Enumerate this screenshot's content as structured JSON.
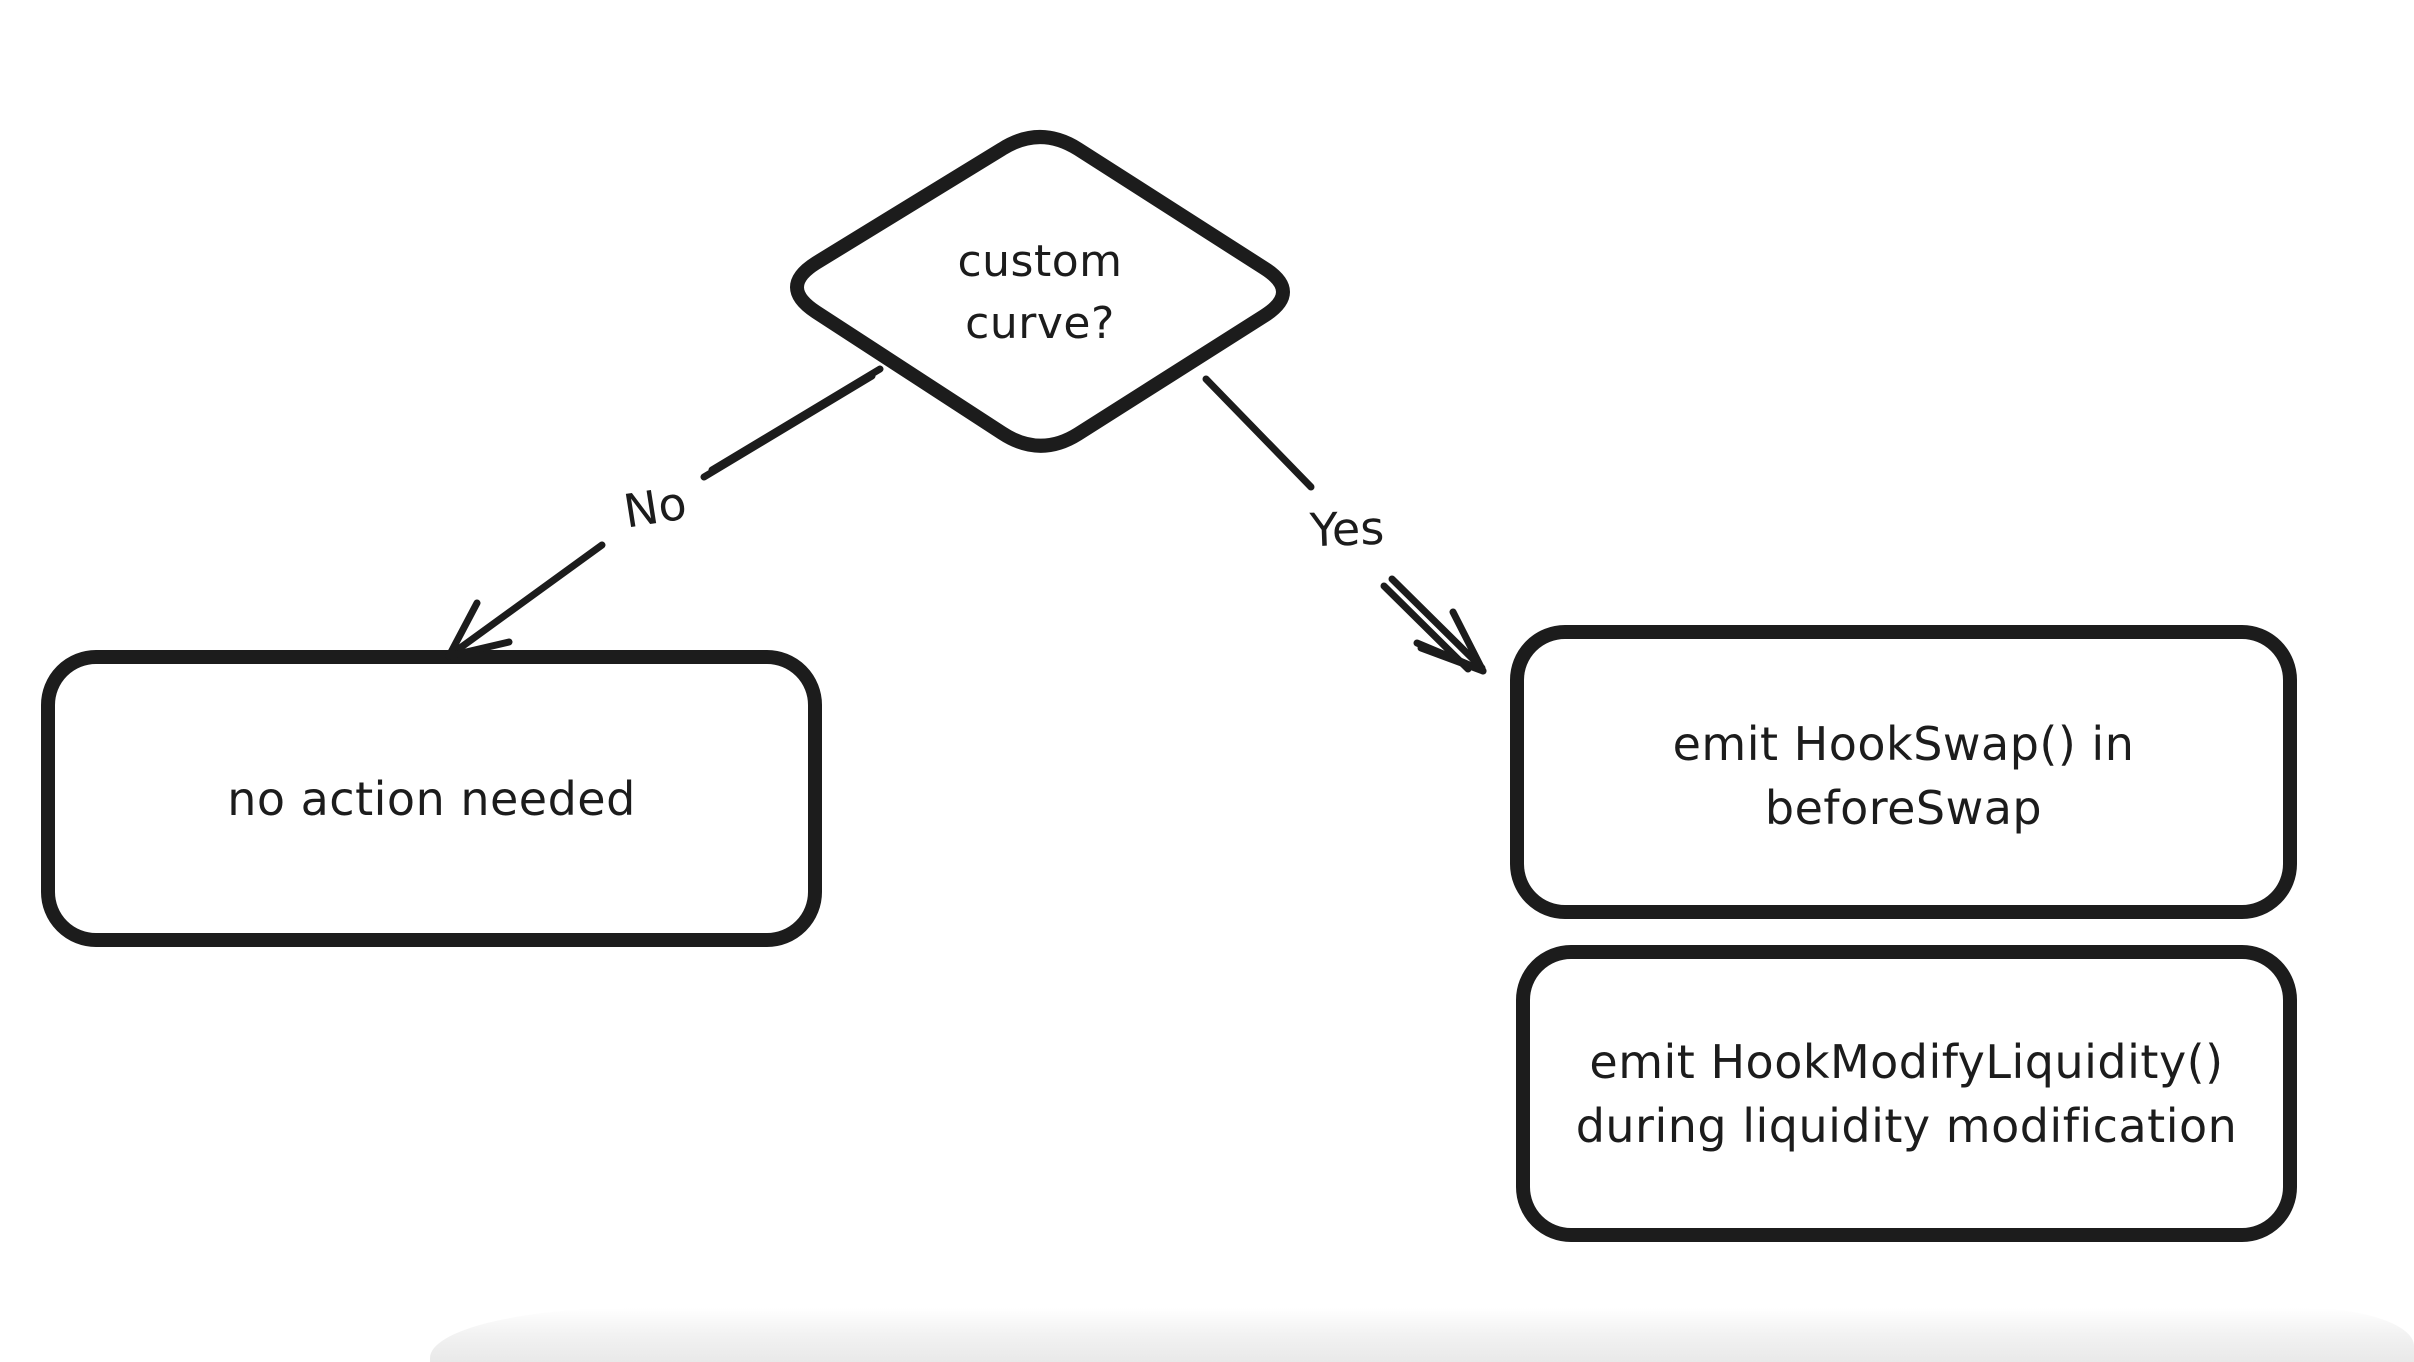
{
  "diagram": {
    "background": "#ffffff",
    "stroke_color": "#1c1c1c",
    "nodes": {
      "decision": {
        "type": "diamond",
        "line1": "custom",
        "line2": "curve?"
      },
      "no_action": {
        "type": "rounded-rect",
        "text": "no action needed"
      },
      "hook_swap": {
        "type": "rounded-rect",
        "line1": "emit HookSwap() in",
        "line2": "beforeSwap"
      },
      "hook_modify": {
        "type": "rounded-rect",
        "line1": "emit HookModifyLiquidity()",
        "line2": "during liquidity modification"
      }
    },
    "edges": {
      "no": {
        "label": "No"
      },
      "yes": {
        "label": "Yes"
      }
    }
  }
}
